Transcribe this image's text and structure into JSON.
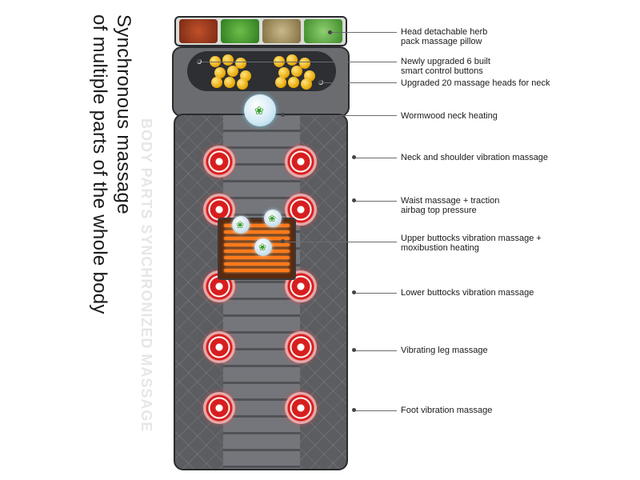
{
  "title": {
    "line1": "Synchronous massage",
    "line2": "of multiple parts of the whole body"
  },
  "watermark": "BODY PARTS SYNCHRONIZED MASSAGE",
  "labels": [
    {
      "line1": "Head detachable herb",
      "line2": "pack massage pillow"
    },
    {
      "line1": "Newly upgraded 6 built",
      "line2": "smart control buttons"
    },
    {
      "line1": "Upgraded 20 massage heads for neck",
      "line2": ""
    },
    {
      "line1": "Wormwood neck heating",
      "line2": ""
    },
    {
      "line1": "Neck and shoulder vibration massage",
      "line2": ""
    },
    {
      "line1": "Waist massage + traction",
      "line2": "airbag top pressure"
    },
    {
      "line1": "Upper buttocks vibration massage +",
      "line2": "moxibustion heating"
    },
    {
      "line1": "Lower buttocks vibration massage",
      "line2": ""
    },
    {
      "line1": "Vibrating leg massage",
      "line2": ""
    },
    {
      "line1": "Foot vibration massage",
      "line2": ""
    }
  ],
  "colors": {
    "mat": "#5b5d61",
    "vibration_ring": "#d81e1e",
    "heat_coil": "#ff7a1a",
    "roller_ball": "#e8a400"
  },
  "icons": {
    "vibration": "vibration-node-icon",
    "herb": "herb-leaf-icon"
  }
}
